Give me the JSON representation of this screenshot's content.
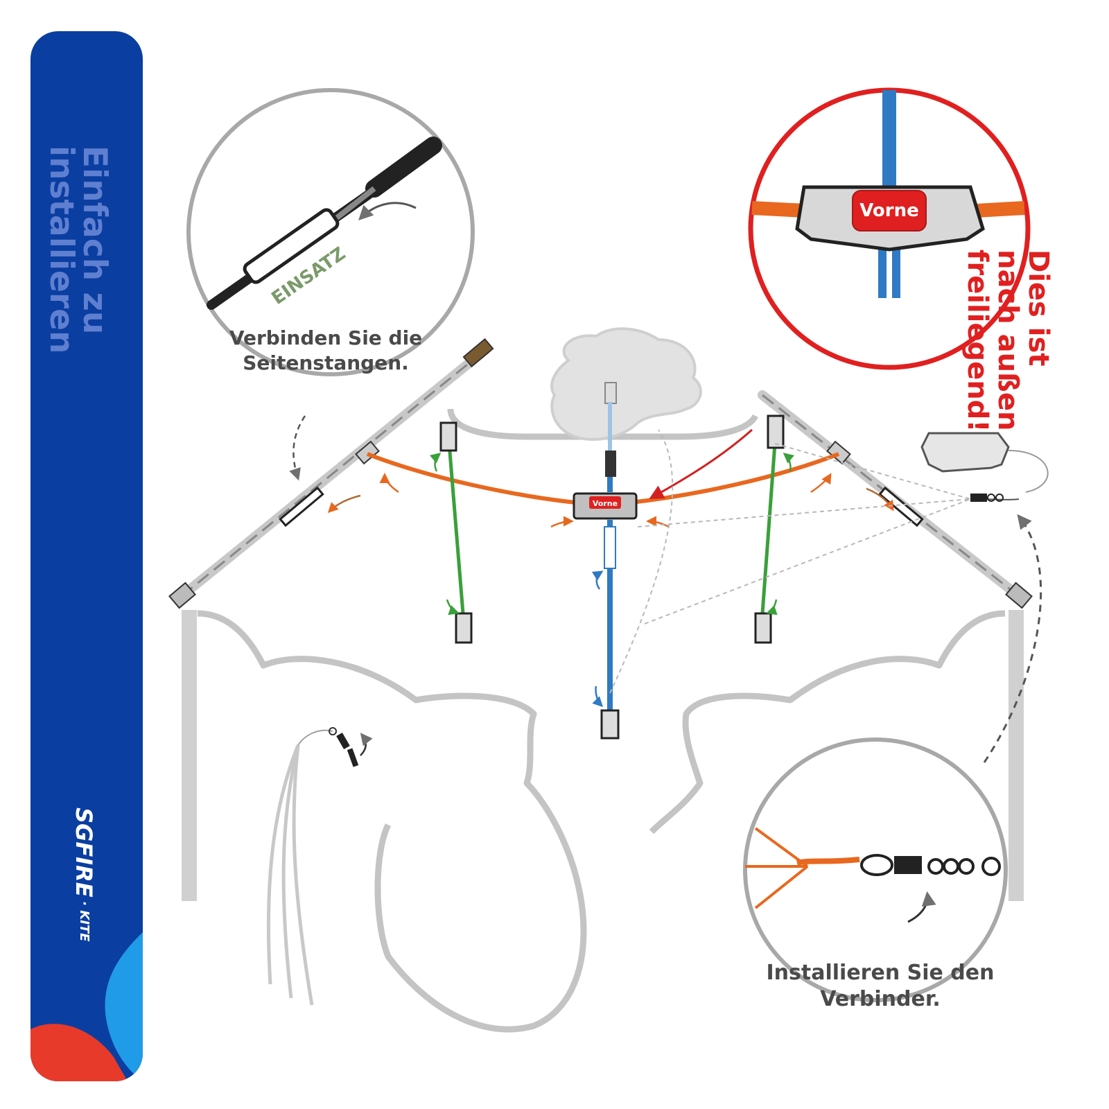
{
  "sidebar": {
    "title": "Einfach zu installieren",
    "brand_name": "SGFIRE",
    "brand_suffix": "· KITE"
  },
  "callouts": {
    "spar_insert_label": "EINSATZ",
    "spar_caption": "Verbinden Sie die Seitenstangen.",
    "connector_front_label": "Vorne",
    "connector_small_label": "Vorne",
    "front_note": "Dies ist nach außen freiliegend!",
    "swivel_caption": "Installieren Sie den Verbinder."
  },
  "colors": {
    "sidebar_blue": "#0b3ea1",
    "spreader_orange": "#e8681f",
    "spine_blue": "#2f7ac2",
    "standoff_green": "#3aa03a",
    "front_red": "#e02020",
    "outline_gray": "#bdbdbd",
    "caption_gray": "#4a4a4a",
    "insert_green": "#7a9a6a"
  }
}
